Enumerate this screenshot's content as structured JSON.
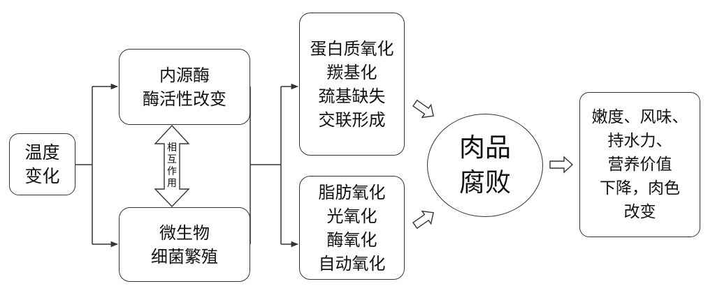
{
  "nodes": {
    "temperature": {
      "lines": [
        "温度",
        "变化"
      ]
    },
    "endogenous_enzyme": {
      "lines": [
        "内源酶",
        "酶活性改变"
      ]
    },
    "microbes": {
      "lines": [
        "微生物",
        "细菌繁殖"
      ]
    },
    "interaction": {
      "chars": [
        "相",
        "互",
        "作",
        "用"
      ]
    },
    "protein_oxidation": {
      "lines": [
        "蛋白质氧化",
        "羰基化",
        "巯基缺失",
        "交联形成"
      ]
    },
    "lipid_oxidation": {
      "lines": [
        "脂肪氧化",
        "光氧化",
        "酶氧化",
        "自动氧化"
      ]
    },
    "meat_spoilage": {
      "lines": [
        "肉品",
        "腐败"
      ]
    },
    "outcome": {
      "lines": [
        "嫩度、风味、",
        "持水力、",
        "营养价值",
        "下降，肉色",
        "改变"
      ]
    }
  }
}
